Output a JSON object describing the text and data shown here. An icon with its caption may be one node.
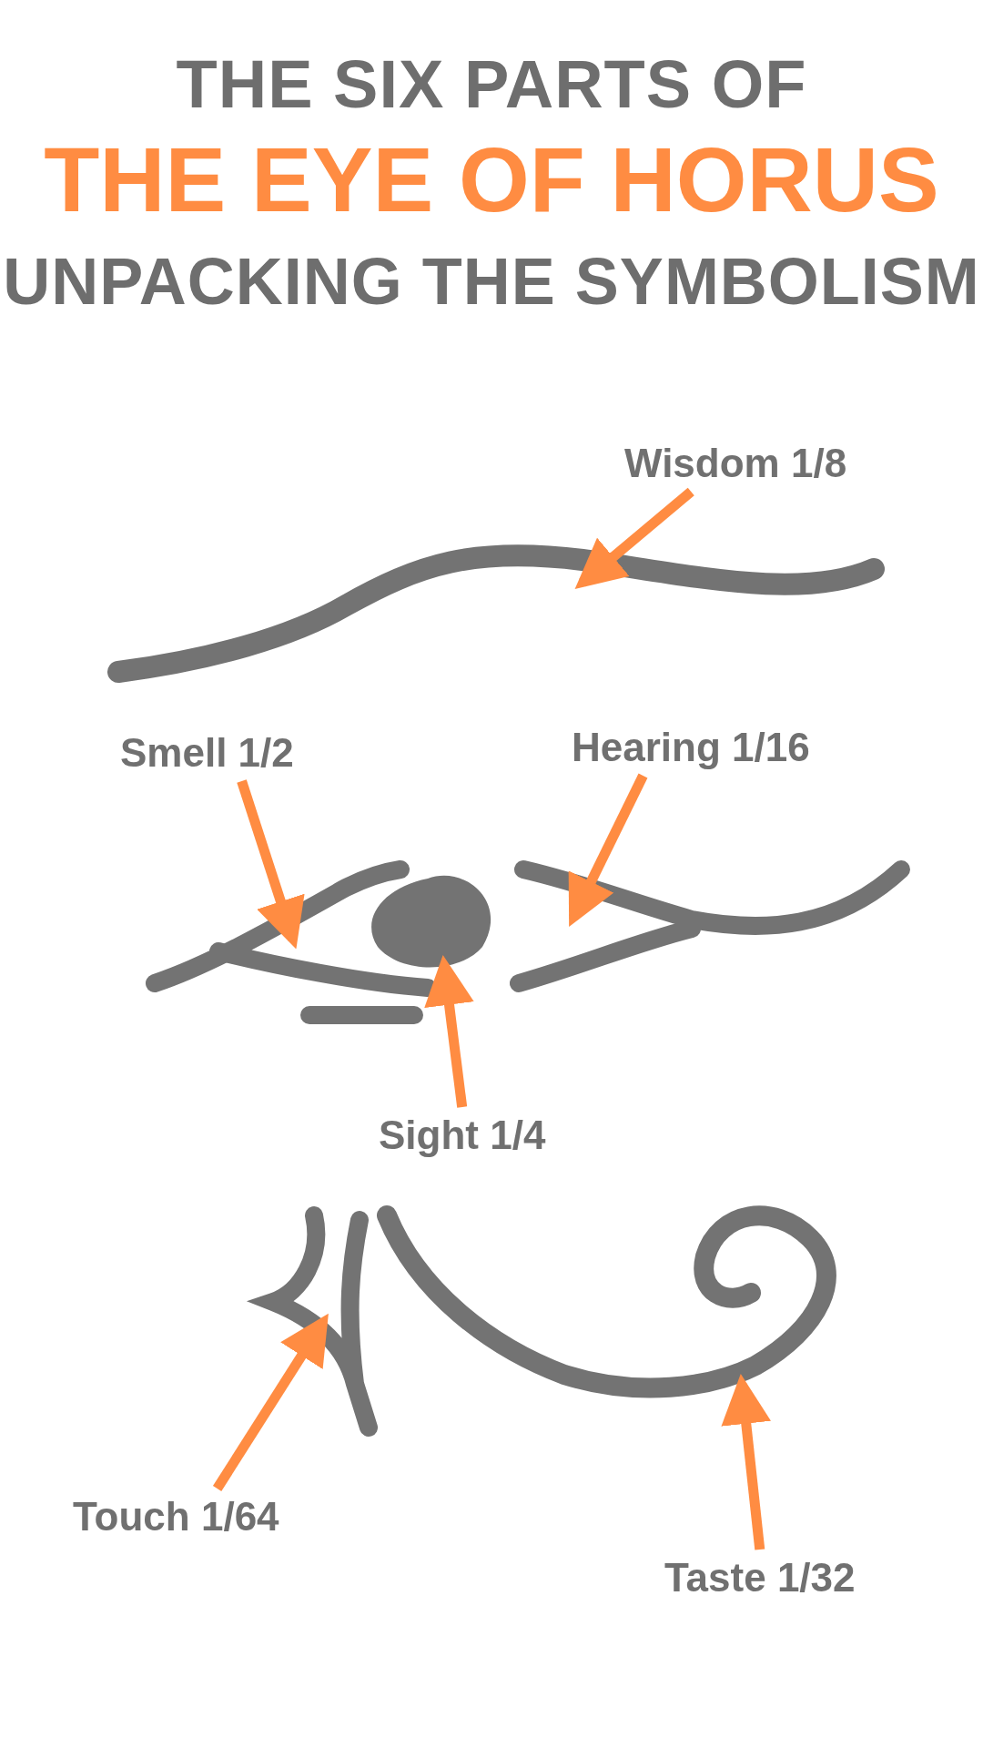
{
  "diagram": {
    "title": "THE EYE OF HORUS",
    "nodes": [
      {
        "text": [
          "Wisdom 1/8"
        ]
      },
      {
        "text": [],
        "shape": "picture"
      },
      {
        "text": [
          "Smell 1/2"
        ]
      },
      {
        "text": [
          "Hearing 1/16"
        ]
      },
      {
        "text": [],
        "shape": "picture"
      },
      {
        "text": [],
        "shape": "circle"
      },
      {
        "text": [],
        "shape": "picture"
      },
      {
        "text": [
          "Sight 1/4"
        ]
      },
      {
        "text": [],
        "shape": "picture"
      },
      {
        "text": [],
        "shape": "picture"
      },
      {
        "text": [
          "Touch 1/64"
        ]
      },
      {
        "text": [
          "Taste 1/32"
        ]
      }
    ],
    "edges": [
      {
        "from": 0,
        "to": 1,
        "arrow": "to"
      },
      {
        "from": 2,
        "to": 4,
        "arrow": "to"
      },
      {
        "from": 3,
        "to": 6,
        "arrow": "to"
      },
      {
        "from": 7,
        "to": 5,
        "arrow": "to"
      },
      {
        "from": 10,
        "to": 8,
        "arrow": "to"
      },
      {
        "from": 11,
        "to": 9,
        "arrow": "to"
      }
    ],
    "labels": [
      "THE SIX PARTS OF",
      "UNPACKING THE SYMBOLISM"
    ]
  }
}
